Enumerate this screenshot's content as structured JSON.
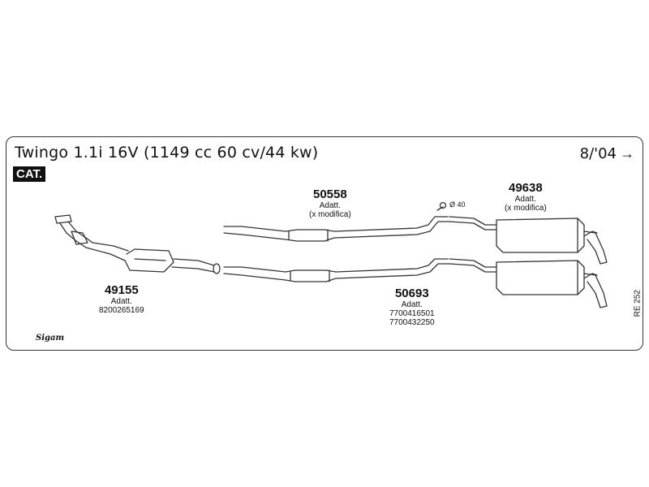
{
  "header": {
    "title": "Twingo 1.1i 16V (1149 cc 60 cv/44 kw)",
    "date": "8/'04",
    "arrow_glyph": "→",
    "category": "CAT."
  },
  "parts": [
    {
      "number": "49155",
      "lines": [
        "Adatt.",
        "8200265169"
      ]
    },
    {
      "number": "50558",
      "lines": [
        "Adatt.",
        "(x modifica)"
      ]
    },
    {
      "number": "49638",
      "lines": [
        "Adatt.",
        "(x modifica)"
      ]
    },
    {
      "number": "50693",
      "lines": [
        "Adatt.",
        "7700416501",
        "7700432250"
      ]
    }
  ],
  "diameter_label": "Ø 40",
  "reference": "RE 252",
  "brand": "Sigam"
}
